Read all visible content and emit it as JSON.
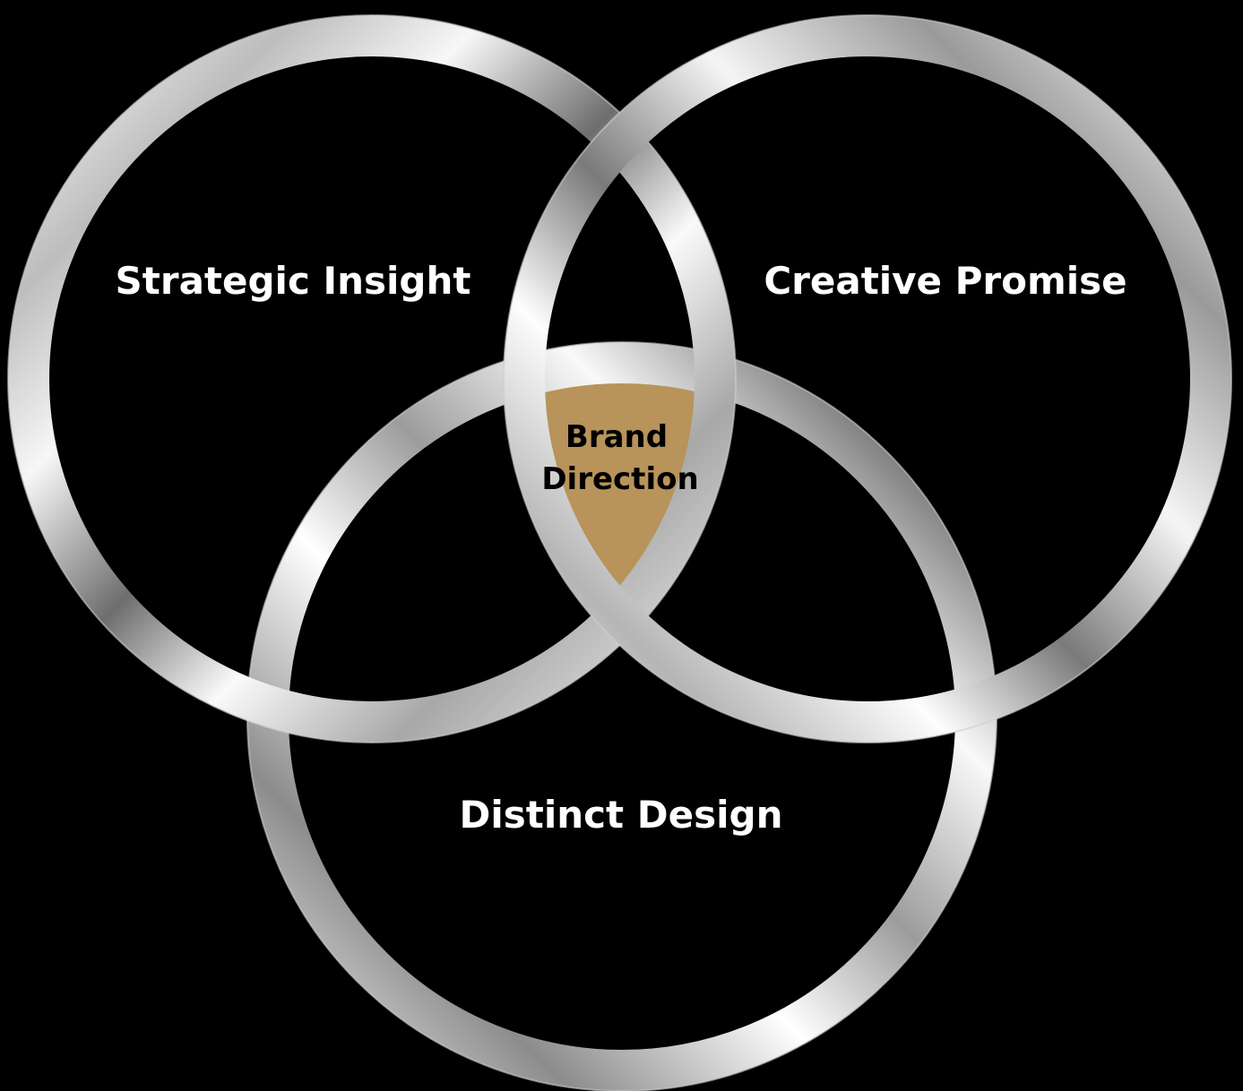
{
  "diagram": {
    "background_color": "#000000",
    "ring_color": "#e6e6e6",
    "center_fill_color": "#b8935a",
    "circles": [
      {
        "id": "strategic",
        "label": "Strategic Insight"
      },
      {
        "id": "creative",
        "label": "Creative Promise"
      },
      {
        "id": "distinct",
        "label": "Distinct Design"
      }
    ],
    "center": {
      "line1": "Brand",
      "line2": "Direction"
    }
  }
}
